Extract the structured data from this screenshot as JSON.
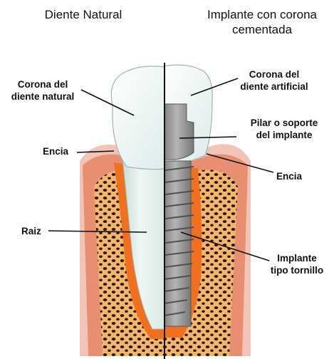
{
  "titles": {
    "left": "Diente Natural",
    "right": "Implante con corona\ncementada"
  },
  "labels": {
    "crown_natural": "Corona del\ndiente natural",
    "gum_left": "Encia",
    "root": "Raiz",
    "crown_artificial": "Corona del\ndiente artificial",
    "abutment": "Pilar o soporte\ndel implante",
    "gum_right": "Encia",
    "screw_implant": "Implante\ntipo tornillo"
  },
  "colors": {
    "gum_outer": "#f2c4b8",
    "gum_inner": "#e88f72",
    "bone": "#f4b56d",
    "bone_pores": "#2a1a10",
    "socket": "#f07020",
    "tooth": "#e3f0ec",
    "crown_implant": "#eef7f5",
    "abutment": "#8a8a8a",
    "screw": "#9a9a9a",
    "divider": "#111111"
  }
}
